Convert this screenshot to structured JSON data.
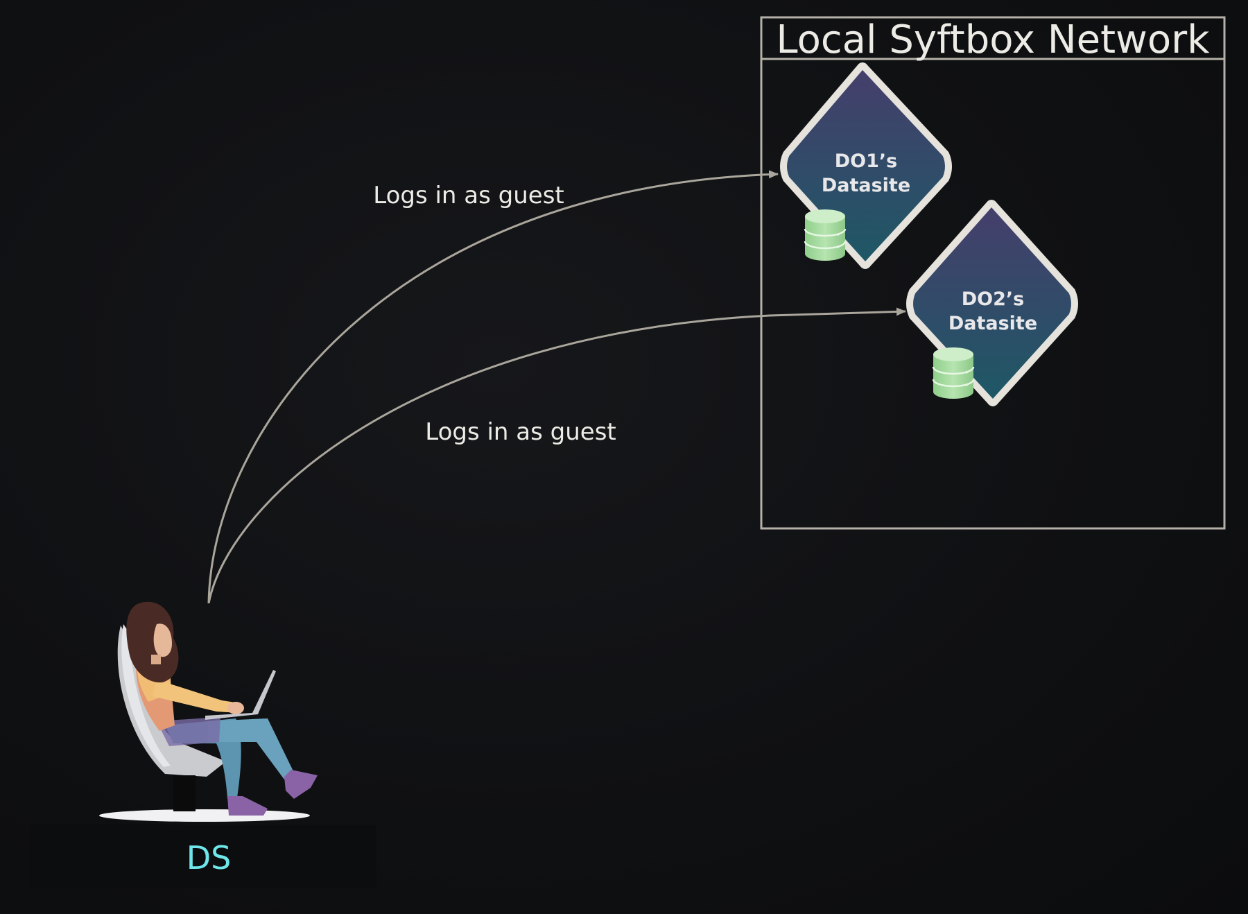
{
  "network": {
    "title": "Local Syftbox Network"
  },
  "nodes": [
    {
      "id": "do1",
      "line1": "DO1’s",
      "line2": "Datasite",
      "icon": "database-icon"
    },
    {
      "id": "do2",
      "line1": "DO2’s",
      "line2": "Datasite",
      "icon": "database-icon"
    }
  ],
  "edges": [
    {
      "from": "ds",
      "to": "do1",
      "label": "Logs in as guest"
    },
    {
      "from": "ds",
      "to": "do2",
      "label": "Logs in as guest"
    }
  ],
  "actor": {
    "label": "DS",
    "icon": "person-with-laptop-icon"
  },
  "colors": {
    "background": "#111214",
    "frame": "#b5b1a8",
    "edge": "#aaa69c",
    "diamond_fill_top": "#453f6b",
    "diamond_fill_bottom": "#1f5463",
    "diamond_border": "#e6e3dd",
    "database": "#a8dba2",
    "actor_label": "#6ee6ea",
    "text": "#ecebe6"
  }
}
